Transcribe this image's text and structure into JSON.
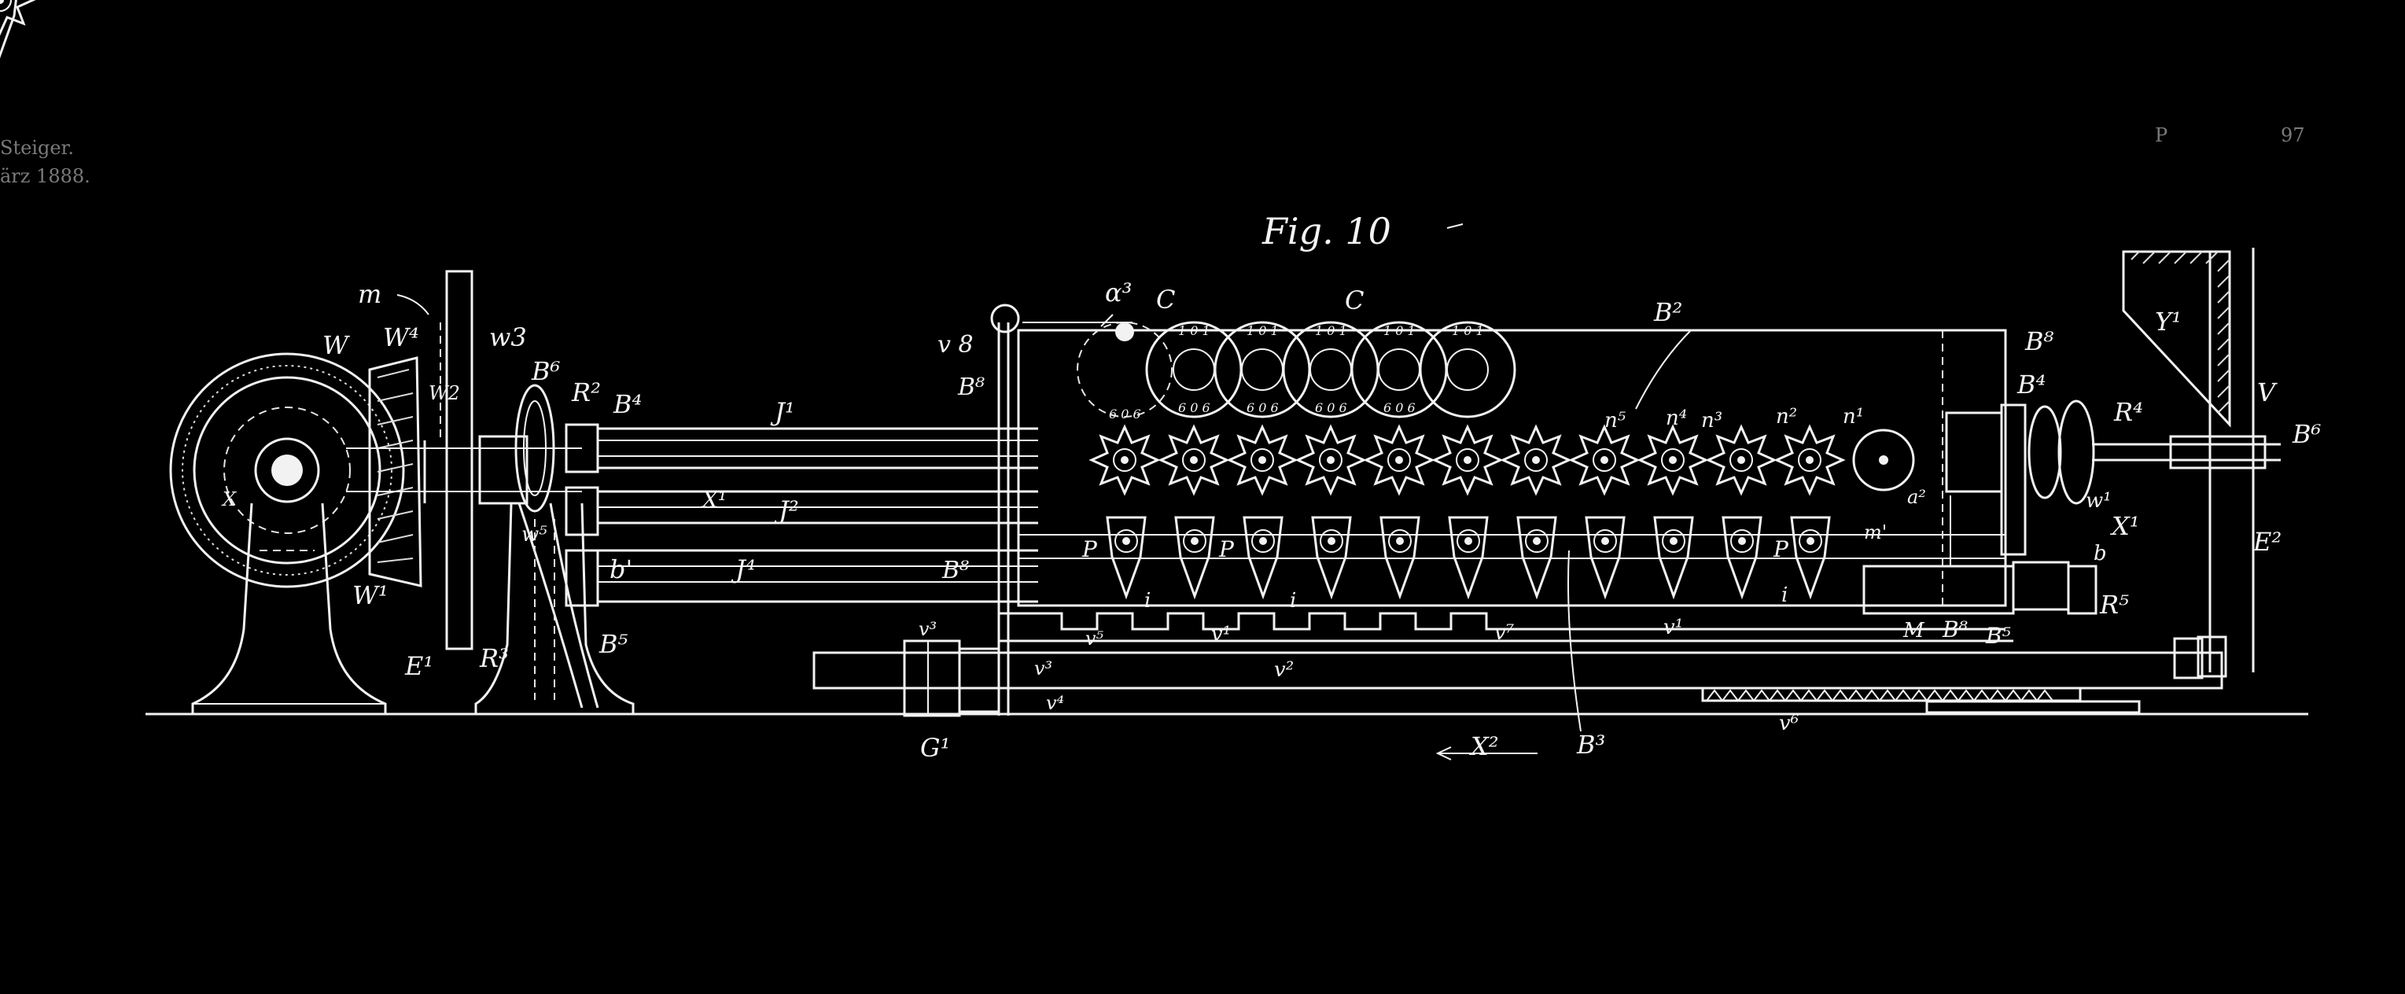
{
  "figure": {
    "title": "Fig. 10",
    "background": "#000000",
    "line_color": "#f2f2f2"
  },
  "margin_text": {
    "left_line1": "Steiger.",
    "left_line2": "ärz 1888.",
    "right_line1": "P",
    "right_line2": "97"
  },
  "labels": {
    "m": "m",
    "W": "W",
    "W4": "W⁴",
    "W2": "W2",
    "w3": "w3",
    "X": "X",
    "W1": "W¹",
    "E1": "E¹",
    "R3": "R³",
    "B6_left": "B⁶",
    "R2": "R²",
    "B4_left": "B⁴",
    "w5": "w⁵",
    "b1": "b'",
    "B5": "B⁵",
    "J1": "J¹",
    "X1_left": "X¹",
    "J2": "J²",
    "J4": "J⁴",
    "a3": "α³",
    "C1": "C",
    "C2": "C",
    "v8": "v 8",
    "B8_top": "B⁸",
    "B8_mid": "B⁸",
    "B2": "B²",
    "B8_right": "B⁸",
    "B4_right": "B⁴",
    "R4": "R⁴",
    "Y1": "Y¹",
    "V": "V",
    "B6_right": "B⁶",
    "w1_right": "w¹",
    "X1_right": "X¹",
    "E2": "E²",
    "R5": "R⁵",
    "b_right": "b",
    "B8_bot": "B⁸",
    "B5_right": "B⁵",
    "M": "M",
    "m1": "m'",
    "a2": "a²",
    "n5": "n⁵",
    "n4": "n⁴",
    "n3": "n³",
    "n2": "n²",
    "n1": "n¹",
    "P1": "P",
    "P2": "P",
    "P3": "P",
    "i1": "i",
    "i2": "i",
    "i3": "i",
    "v3": "v³",
    "v3b": "v³",
    "v4": "v⁴",
    "v5": "v⁵",
    "v1": "v¹",
    "v7": "v⁷",
    "v1b": "v¹",
    "v2": "v²",
    "v6": "v⁶",
    "G1": "G¹",
    "X2": "X²",
    "B3": "B³"
  },
  "wheel_digits": {
    "top": "1 0 1",
    "bottom": "6 0 6"
  }
}
